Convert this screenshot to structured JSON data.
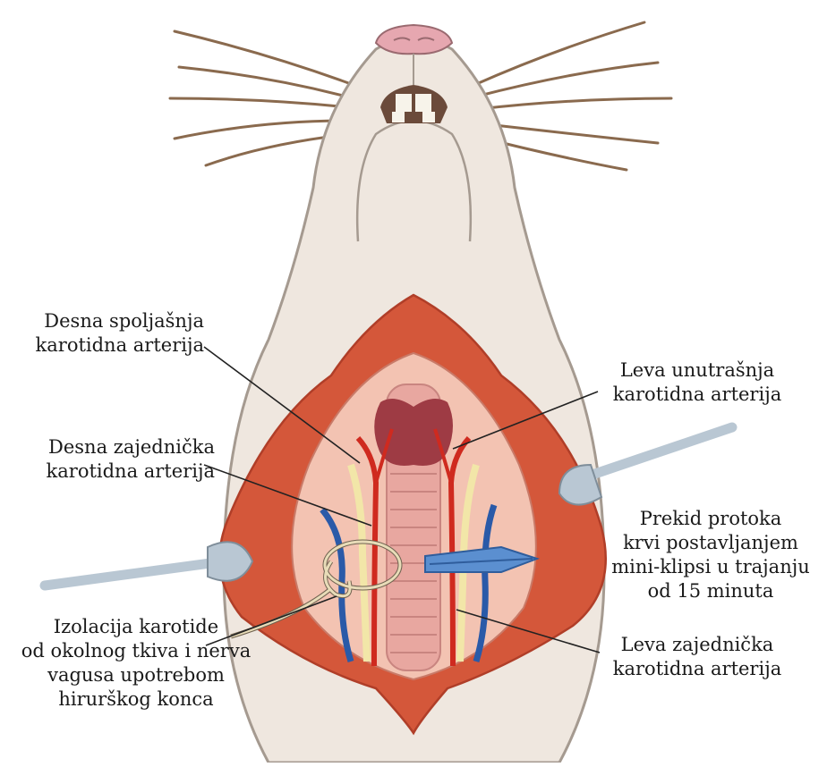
{
  "labels": {
    "right_external": [
      "Desna spoljašnja",
      "karotidna arterija"
    ],
    "left_internal": [
      "Leva unutrašnja",
      "karotidna arterija"
    ],
    "right_common": [
      "Desna zajednička",
      "karotidna arterija"
    ],
    "occlusion": [
      "Prekid protoka",
      "krvi postavljanjem",
      "mini-klipsi u trajanju",
      "od 15 minuta"
    ],
    "isolation": [
      "Izolacija karotide",
      "od okolnog tkiva i nerva",
      "vagusa upotrebom",
      "hirurškog konca"
    ],
    "left_common": [
      "Leva zajednička",
      "karotidna arterija"
    ]
  },
  "colors": {
    "skin": "#efe7df",
    "skin_outline": "#a59a90",
    "incision": "#d4573a",
    "incision_dark": "#b03e28",
    "cavity": "#f3c3b2",
    "trachea": "#e8a7a0",
    "thyroid": "#9e3b44",
    "artery": "#cf2a1f",
    "vein": "#2a5aa8",
    "nerve": "#f2e6a8",
    "retractor": "#b9c7d3",
    "clip": "#5b8fd0",
    "suture": "#e8dcb8",
    "whisker": "#8a6a4e",
    "nose": "#e6a7b0",
    "leader": "#222222"
  }
}
